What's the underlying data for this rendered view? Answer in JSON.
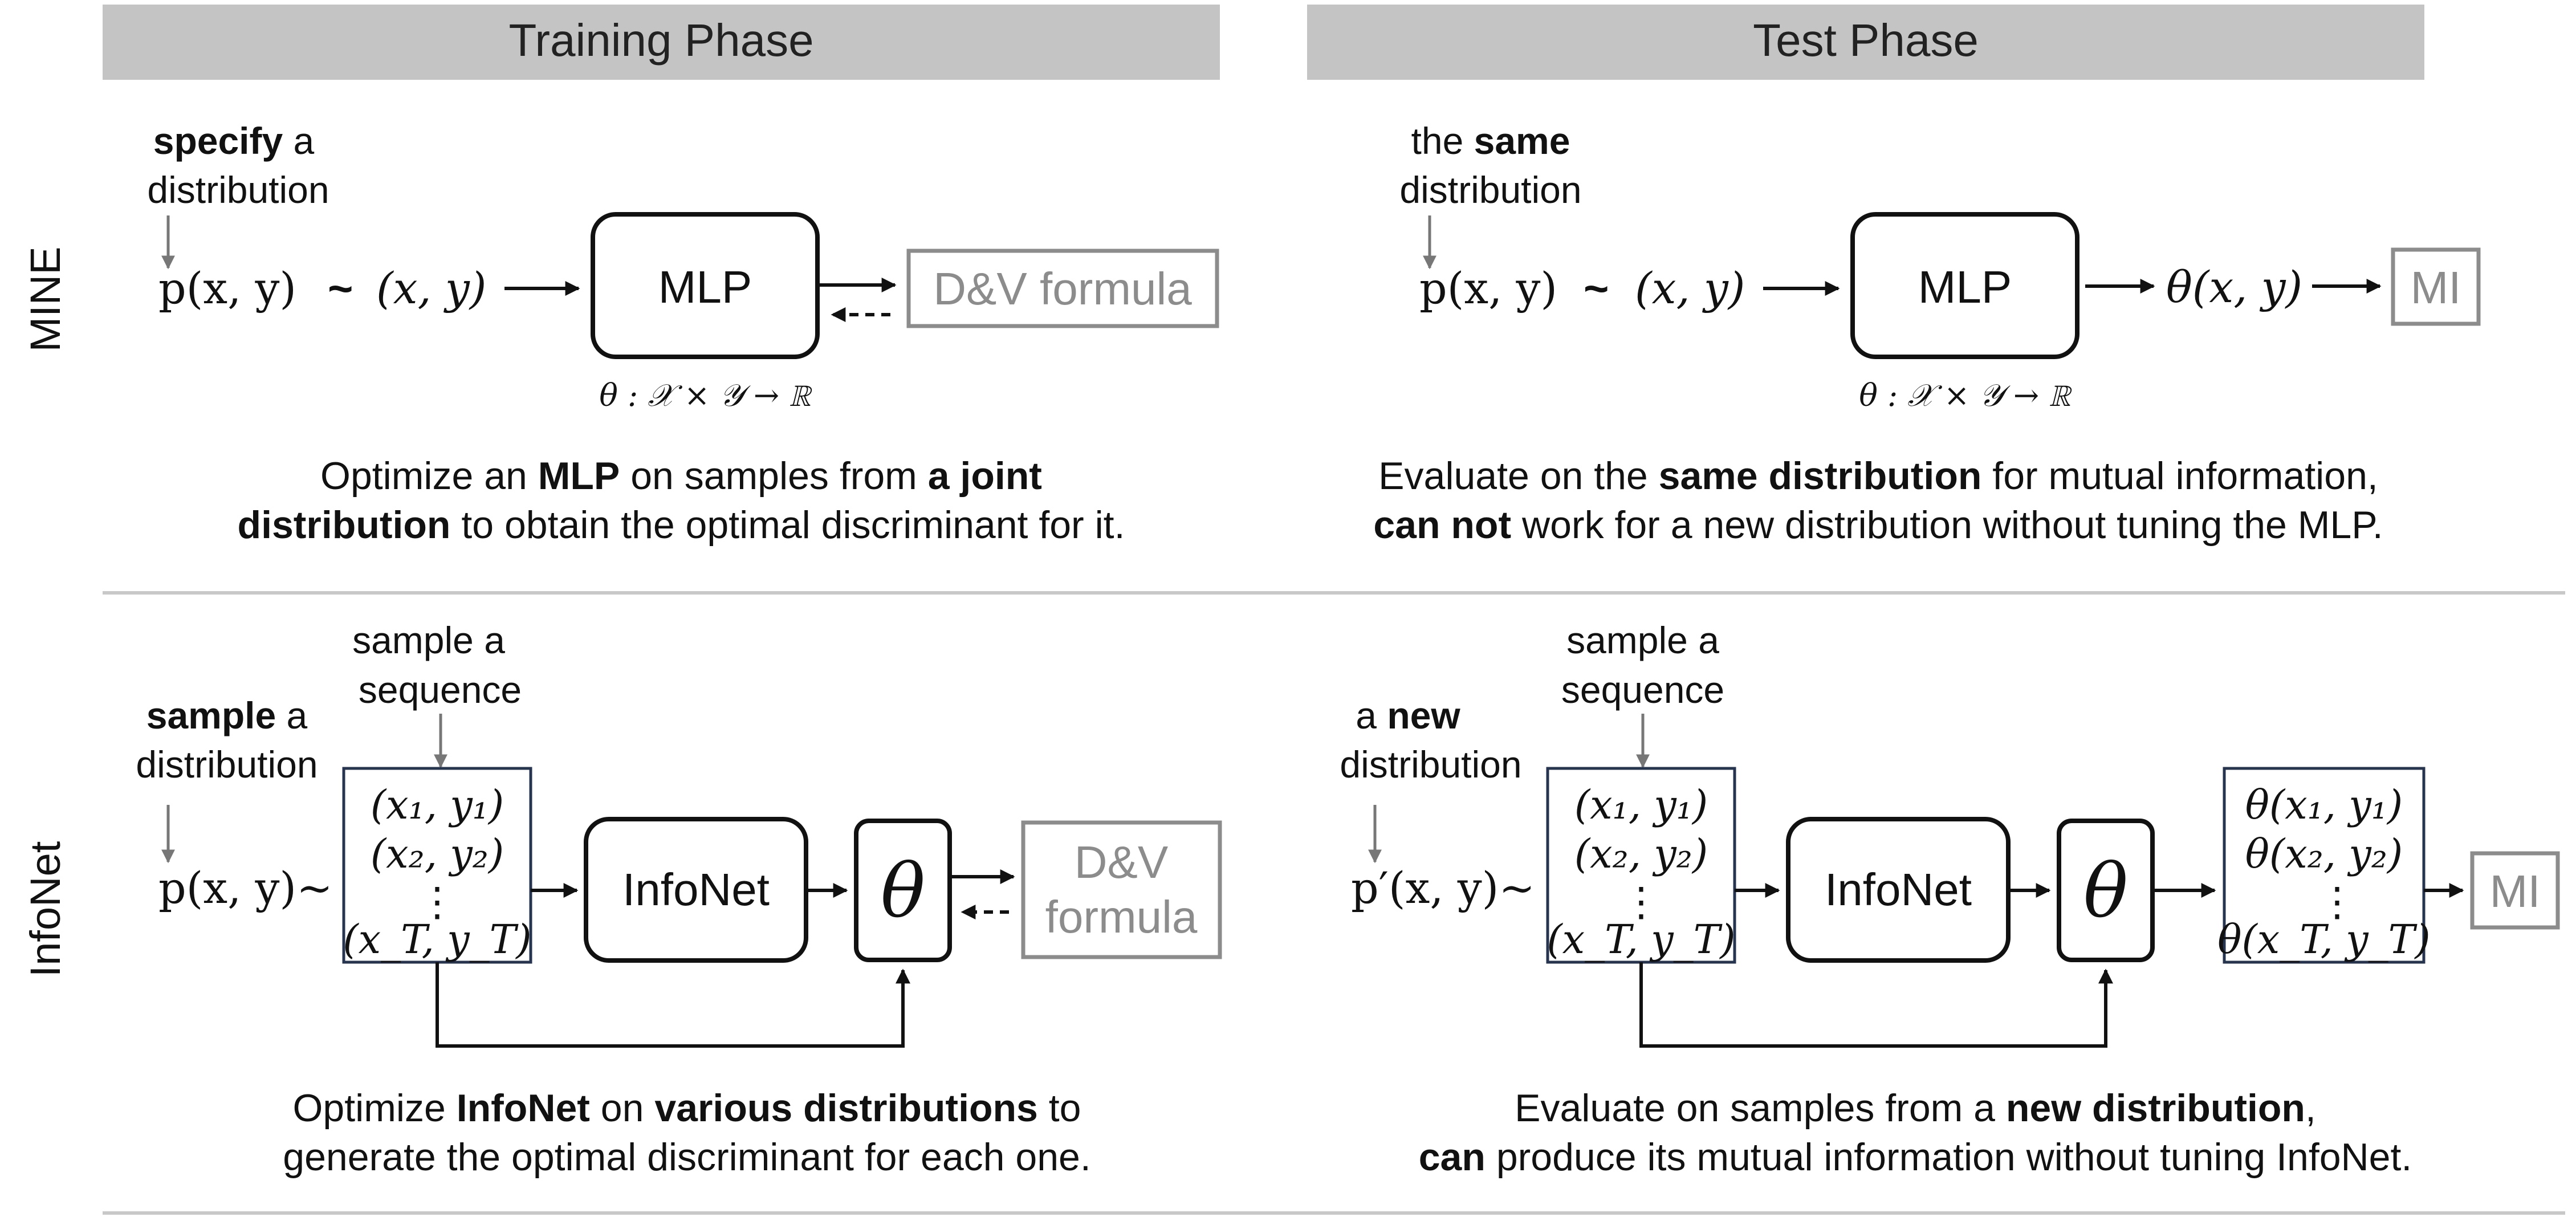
{
  "headers": {
    "training": "Training Phase",
    "test": "Test Phase"
  },
  "rows": {
    "mine": "MINE",
    "infonet": "InfoNet"
  },
  "mine_train": {
    "note_bold": "specify",
    "note_rest": " a",
    "note_line2": "distribution",
    "dist": "p(x, y)",
    "tilde": "~",
    "sample": "(x, y)",
    "box": "MLP",
    "signature": "θ : 𝒳 × 𝒴 → ℝ",
    "target": "D&V formula",
    "desc_l1_a": "Optimize an ",
    "desc_l1_b": "MLP",
    "desc_l1_c": " on samples from ",
    "desc_l1_d": "a joint",
    "desc_l2_a": "distribution",
    "desc_l2_b": " to obtain the optimal discriminant for it."
  },
  "mine_test": {
    "note_a": "the ",
    "note_bold": "same",
    "note_line2": "distribution",
    "dist": "p(x, y)",
    "tilde": "~",
    "sample": "(x, y)",
    "box": "MLP",
    "signature": "θ : 𝒳 × 𝒴 → ℝ",
    "output": "θ(x, y)",
    "target": "MI",
    "desc_l1_a": "Evaluate on the ",
    "desc_l1_b": "same distribution",
    "desc_l1_c": " for mutual information,",
    "desc_l2_a": "can not",
    "desc_l2_b": " work for a new distribution without tuning the MLP."
  },
  "info_train": {
    "note_bold": "sample",
    "note_rest": " a",
    "note_line2": "distribution",
    "seq_note_l1": "sample a",
    "seq_note_l2": "sequence",
    "dist": "p(x, y)~",
    "seq": [
      "(x₁, y₁)",
      "(x₂, y₂)",
      "⋮",
      "(x_T, y_T)"
    ],
    "box": "InfoNet",
    "theta": "θ",
    "target_l1": "D&V",
    "target_l2": "formula",
    "desc_l1_a": "Optimize ",
    "desc_l1_b": "InfoNet",
    "desc_l1_c": " on ",
    "desc_l1_d": "various distributions",
    "desc_l1_e": " to",
    "desc_l2": "generate the optimal discriminant for each one."
  },
  "info_test": {
    "note_a": "a ",
    "note_bold": "new",
    "note_line2": "distribution",
    "seq_note_l1": "sample a",
    "seq_note_l2": "sequence",
    "dist": "p′(x, y)~",
    "seq": [
      "(x₁, y₁)",
      "(x₂, y₂)",
      "⋮",
      "(x_T, y_T)"
    ],
    "box": "InfoNet",
    "theta": "θ",
    "outputs": [
      "θ(x₁, y₁)",
      "θ(x₂, y₂)",
      "⋮",
      "θ(x_T, y_T)"
    ],
    "target": "MI",
    "desc_l1_a": "Evaluate on samples from a ",
    "desc_l1_b": "new distribution",
    "desc_l1_c": ",",
    "desc_l2_a": "can",
    "desc_l2_b": " produce its mutual information without tuning InfoNet."
  }
}
